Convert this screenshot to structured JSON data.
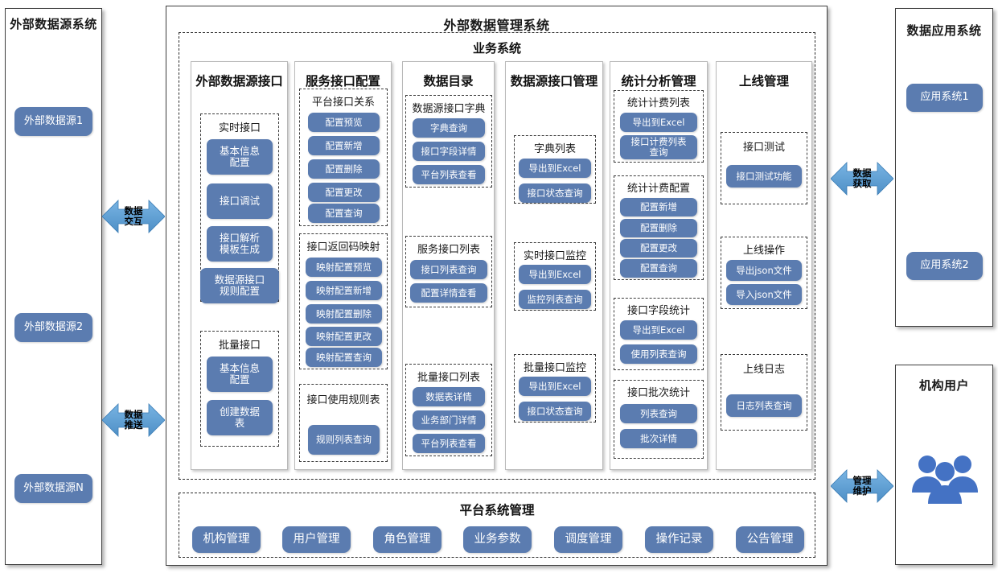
{
  "left_panel": {
    "title": "外部数据源系统",
    "items": [
      {
        "label": "外部数据源1"
      },
      {
        "label": "外部数据源2"
      },
      {
        "label": "外部数据源N"
      }
    ]
  },
  "arrows": [
    {
      "name": "data-exchange",
      "label": "数据\n交互"
    },
    {
      "name": "data-push",
      "label": "数据\n推送"
    },
    {
      "name": "data-fetch",
      "label": "数据\n获取"
    },
    {
      "name": "manage-maintain",
      "label": "管理\n维护"
    }
  ],
  "main": {
    "title": "外部数据管理系统",
    "business_system": {
      "title": "业务系统",
      "columns": [
        {
          "name": "external-data-source-interface",
          "title": "外部数据源接口",
          "groups": [
            {
              "title": "实时接口",
              "buttons": [
                "基本信息\n配置",
                "接口调试",
                "接口解析\n模板生成",
                "数据源接口\n规则配置"
              ]
            },
            {
              "title": "批量接口",
              "buttons": [
                "基本信息\n配置",
                "创建数据\n表"
              ]
            }
          ]
        },
        {
          "name": "service-interface-config",
          "title": "服务接口配置",
          "groups": [
            {
              "title": "平台接口关系",
              "buttons": [
                "配置预览",
                "配置新增",
                "配置删除",
                "配置更改",
                "配置查询"
              ]
            },
            {
              "title": "接口返回码映射",
              "buttons": [
                "映射配置预览",
                "映射配置新增",
                "映射配置删除",
                "映射配置更改",
                "映射配置查询"
              ]
            },
            {
              "title": "接口使用规则表",
              "buttons": [
                "规则列表查询"
              ]
            }
          ]
        },
        {
          "name": "data-catalog",
          "title": "数据目录",
          "groups": [
            {
              "title": "数据源接口字典",
              "buttons": [
                "字典查询",
                "接口字段详情",
                "平台列表查看"
              ]
            },
            {
              "title": "服务接口列表",
              "buttons": [
                "接口列表查询",
                "配置详情查看"
              ]
            },
            {
              "title": "批量接口列表",
              "buttons": [
                "数据表详情",
                "业务部门详情",
                "平台列表查看"
              ]
            }
          ]
        },
        {
          "name": "data-source-interface-management",
          "title": "数据源接口管理",
          "groups": [
            {
              "title": "字典列表",
              "buttons": [
                "导出到Excel",
                "接口状态查询"
              ]
            },
            {
              "title": "实时接口监控",
              "buttons": [
                "导出到Excel",
                "监控列表查询"
              ]
            },
            {
              "title": "批量接口监控",
              "buttons": [
                "导出到Excel",
                "接口状态查询"
              ]
            }
          ]
        },
        {
          "name": "statistics-analysis-management",
          "title": "统计分析管理",
          "groups": [
            {
              "title": "统计计费列表",
              "buttons": [
                "导出到Excel",
                "接口计费列表\n查询"
              ]
            },
            {
              "title": "统计计费配置",
              "buttons": [
                "配置新增",
                "配置删除",
                "配置更改",
                "配置查询"
              ]
            },
            {
              "title": "接口字段统计",
              "buttons": [
                "导出到Excel",
                "使用列表查询"
              ]
            },
            {
              "title": "接口批次统计",
              "buttons": [
                "列表查询",
                "批次详情"
              ]
            }
          ]
        },
        {
          "name": "online-management",
          "title": "上线管理",
          "groups": [
            {
              "title": "接口测试",
              "buttons": [
                "接口测试功能"
              ]
            },
            {
              "title": "上线操作",
              "buttons": [
                "导出json文件",
                "导入json文件"
              ]
            },
            {
              "title": "上线日志",
              "buttons": [
                "日志列表查询"
              ]
            }
          ]
        }
      ]
    },
    "platform_system": {
      "title": "平台系统管理",
      "buttons": [
        "机构管理",
        "用户管理",
        "角色管理",
        "业务参数",
        "调度管理",
        "操作记录",
        "公告管理"
      ]
    }
  },
  "right_panels": [
    {
      "name": "data-application-system",
      "title": "数据应用系统",
      "items": [
        {
          "label": "应用系统1"
        },
        {
          "label": "应用系统2"
        }
      ]
    },
    {
      "name": "organization-user",
      "title": "机构用户",
      "items": []
    }
  ],
  "colors": {
    "button_blue": "#5b7cb0",
    "arrow_blue": "#5b9bd5",
    "icon_blue": "#4472c4"
  }
}
